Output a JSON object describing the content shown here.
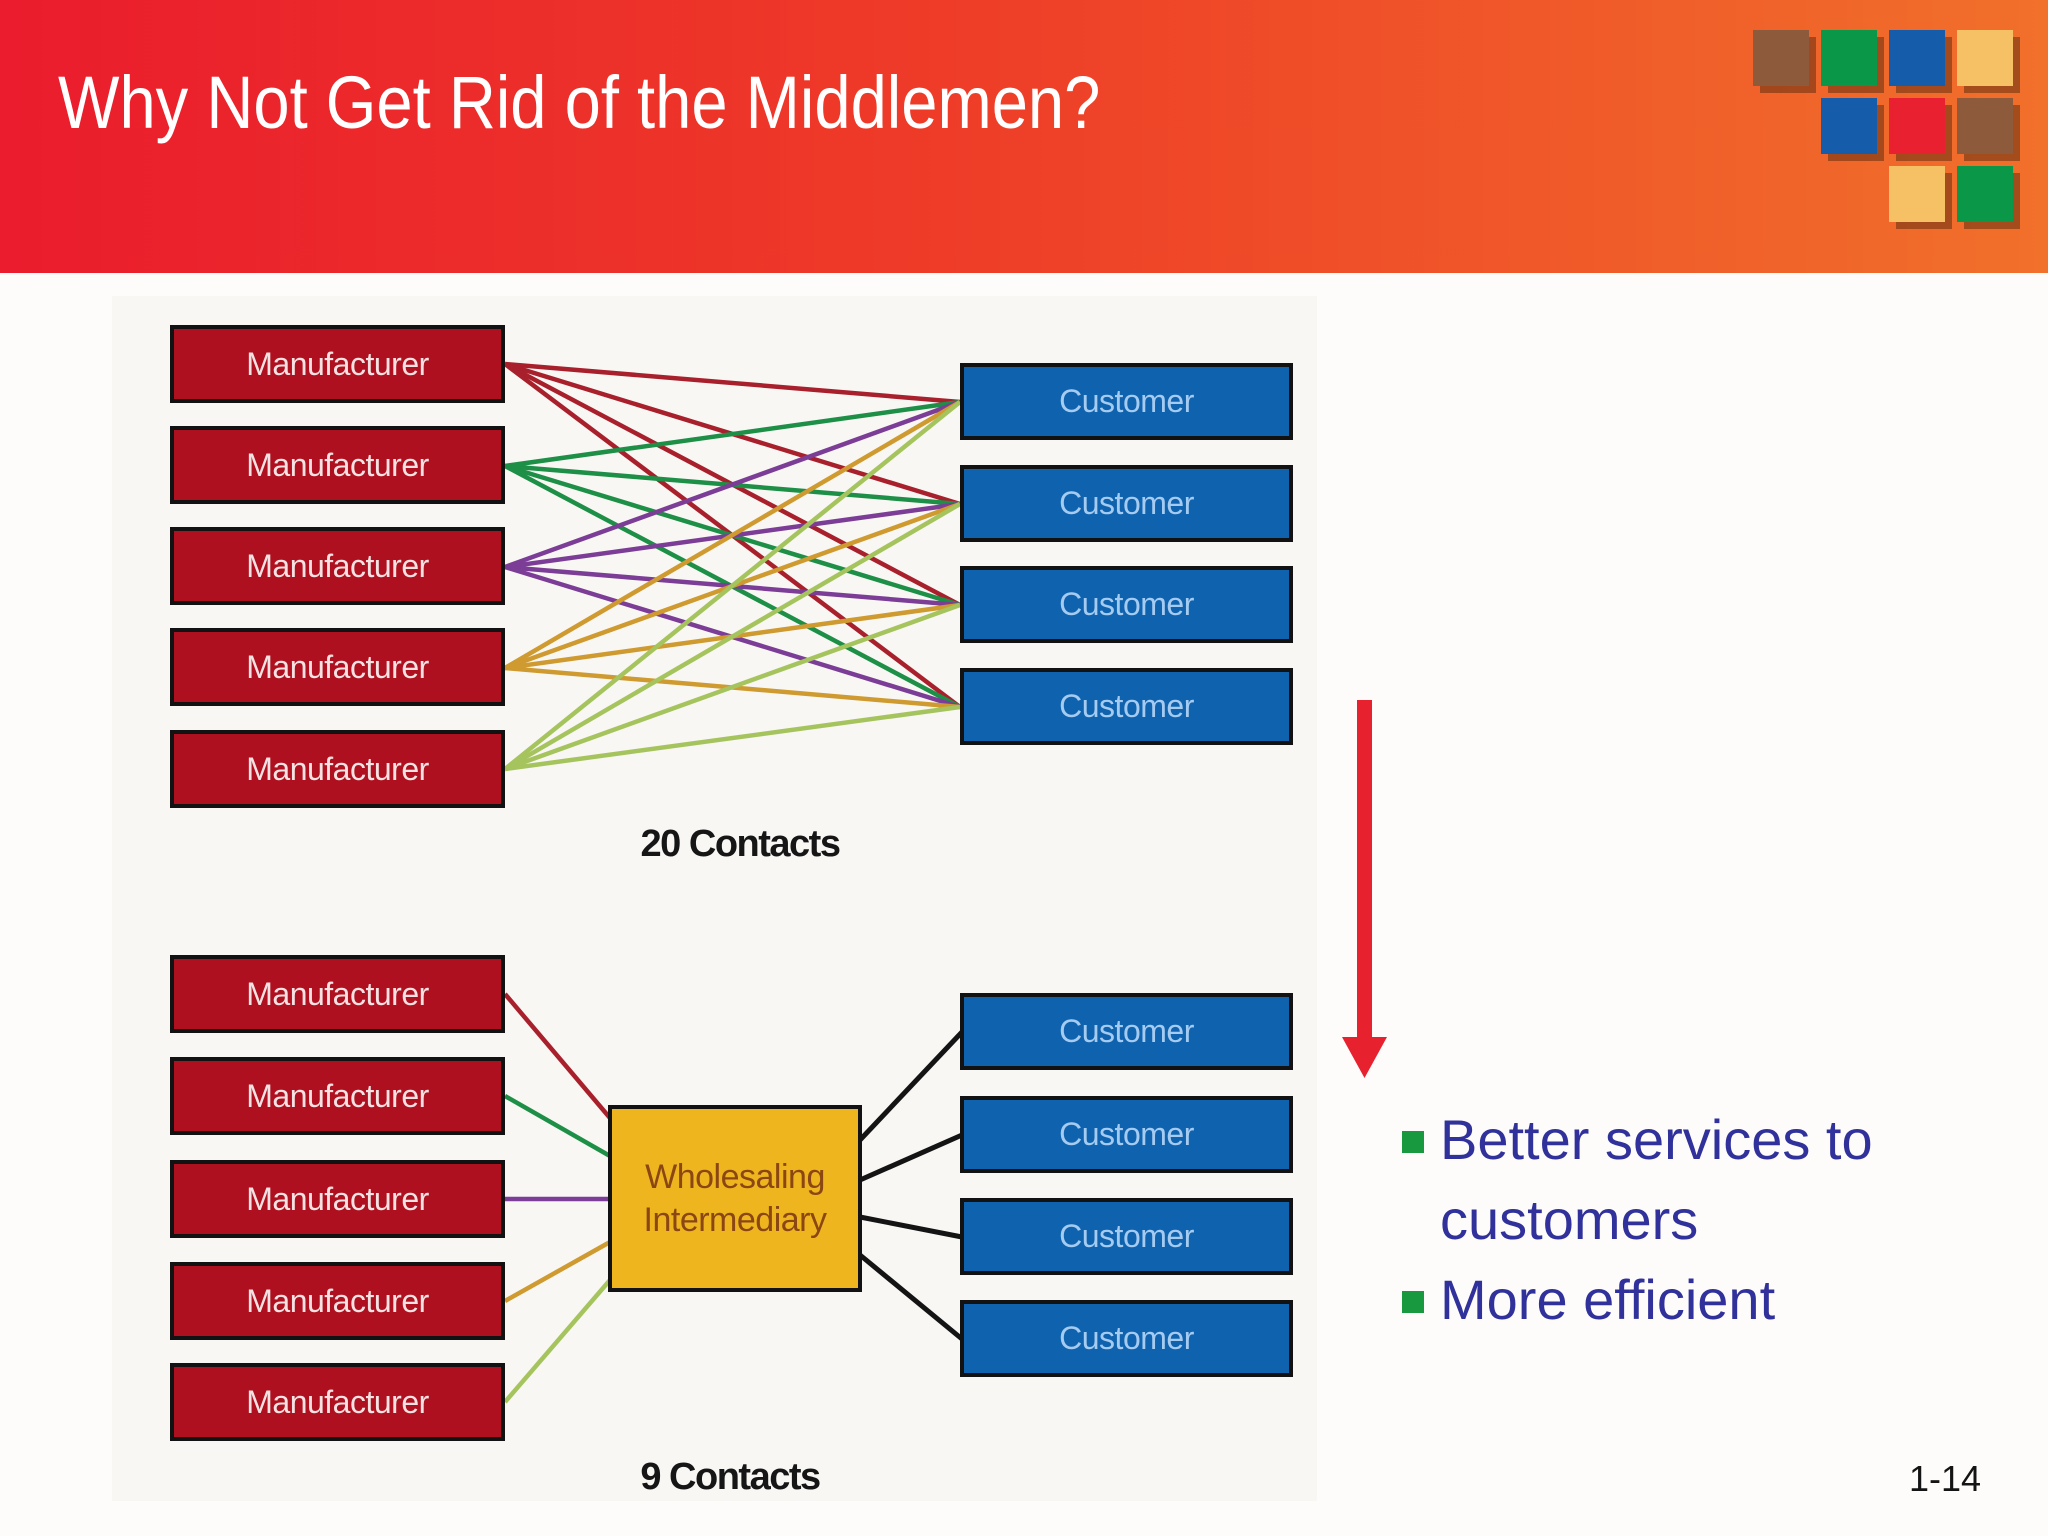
{
  "slide": {
    "title": "Why Not Get Rid of the Middlemen?",
    "page_number": "1-14"
  },
  "header": {
    "gradient_left": "#ea1c2d",
    "gradient_right": "#f1702a"
  },
  "decor_squares": {
    "palette": {
      "brown": "#8d5a3b",
      "green": "#0a9748",
      "blue": "#155dab",
      "tan": "#f6c164",
      "red": "#e8202f"
    },
    "rows": [
      [
        "brown",
        "green",
        "blue",
        "tan"
      ],
      [
        "blue",
        "red",
        "brown"
      ],
      [
        "tan",
        "green"
      ]
    ]
  },
  "diagram_direct": {
    "manufacturers": [
      "Manufacturer",
      "Manufacturer",
      "Manufacturer",
      "Manufacturer",
      "Manufacturer"
    ],
    "customers": [
      "Customer",
      "Customer",
      "Customer",
      "Customer"
    ],
    "caption": "20 Contacts",
    "line_colors": [
      "#a8202c",
      "#1e8f47",
      "#7c3d97",
      "#cf9a2f",
      "#a6c45e"
    ]
  },
  "diagram_intermediary": {
    "manufacturers": [
      "Manufacturer",
      "Manufacturer",
      "Manufacturer",
      "Manufacturer",
      "Manufacturer"
    ],
    "intermediary_label": "Wholesaling Intermediary",
    "customers": [
      "Customer",
      "Customer",
      "Customer",
      "Customer"
    ],
    "caption": "9 Contacts",
    "line_colors_in": [
      "#a8202c",
      "#1e8f47",
      "#7c3d97",
      "#cf9a2f",
      "#a6c45e"
    ],
    "line_color_out": "#141414"
  },
  "arrow": {
    "direction": "down",
    "color": "#e8212e"
  },
  "bullets": {
    "marker_color": "#18993f",
    "text_color": "#31319b",
    "items": [
      "Better services to customers",
      "More efficient"
    ]
  },
  "box_colors": {
    "manufacturer_bg": "#ae101f",
    "manufacturer_text": "#f6e2e2",
    "customer_bg": "#0f62ad",
    "customer_text": "#a5cbf1",
    "intermediary_bg": "#efb51f",
    "intermediary_text": "#8a4613"
  }
}
